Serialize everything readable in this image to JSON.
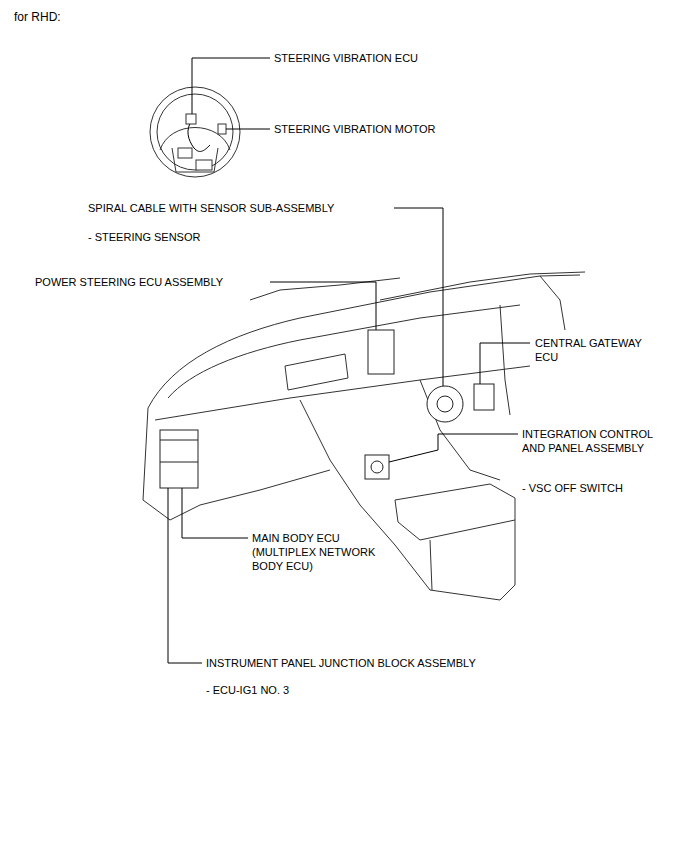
{
  "diagram": {
    "title": "for RHD:",
    "labels": [
      "STEERING VIBRATION ECU",
      "STEERING VIBRATION MOTOR",
      "SPIRAL CABLE WITH SENSOR SUB-ASSEMBLY",
      "- STEERING SENSOR",
      "POWER STEERING ECU ASSEMBLY",
      "CENTRAL GATEWAY ECU",
      "INTEGRATION CONTROL AND PANEL ASSEMBLY",
      "- VSC OFF SWITCH",
      "MAIN BODY ECU (MULTIPLEX NETWORK BODY ECU)",
      "INSTRUMENT PANEL JUNCTION BLOCK ASSEMBLY",
      "- ECU-IG1 NO. 3"
    ]
  }
}
